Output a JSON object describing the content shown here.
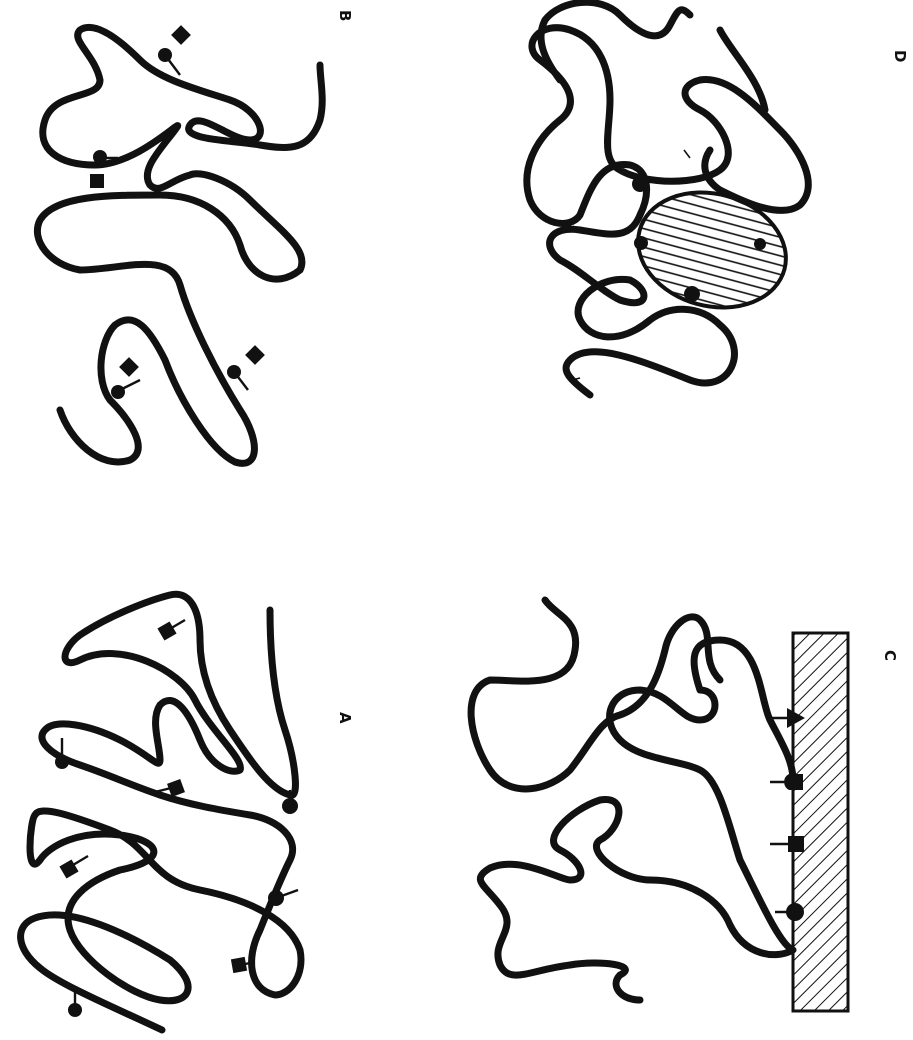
{
  "figure": {
    "orientation": "rotated-90-clockwise",
    "ink_color": "#111111",
    "background_color": "#ffffff",
    "panels": [
      {
        "id": "A",
        "label": "A"
      },
      {
        "id": "B",
        "label": "B"
      },
      {
        "id": "C",
        "label": "C"
      },
      {
        "id": "D",
        "label": "D"
      }
    ]
  }
}
